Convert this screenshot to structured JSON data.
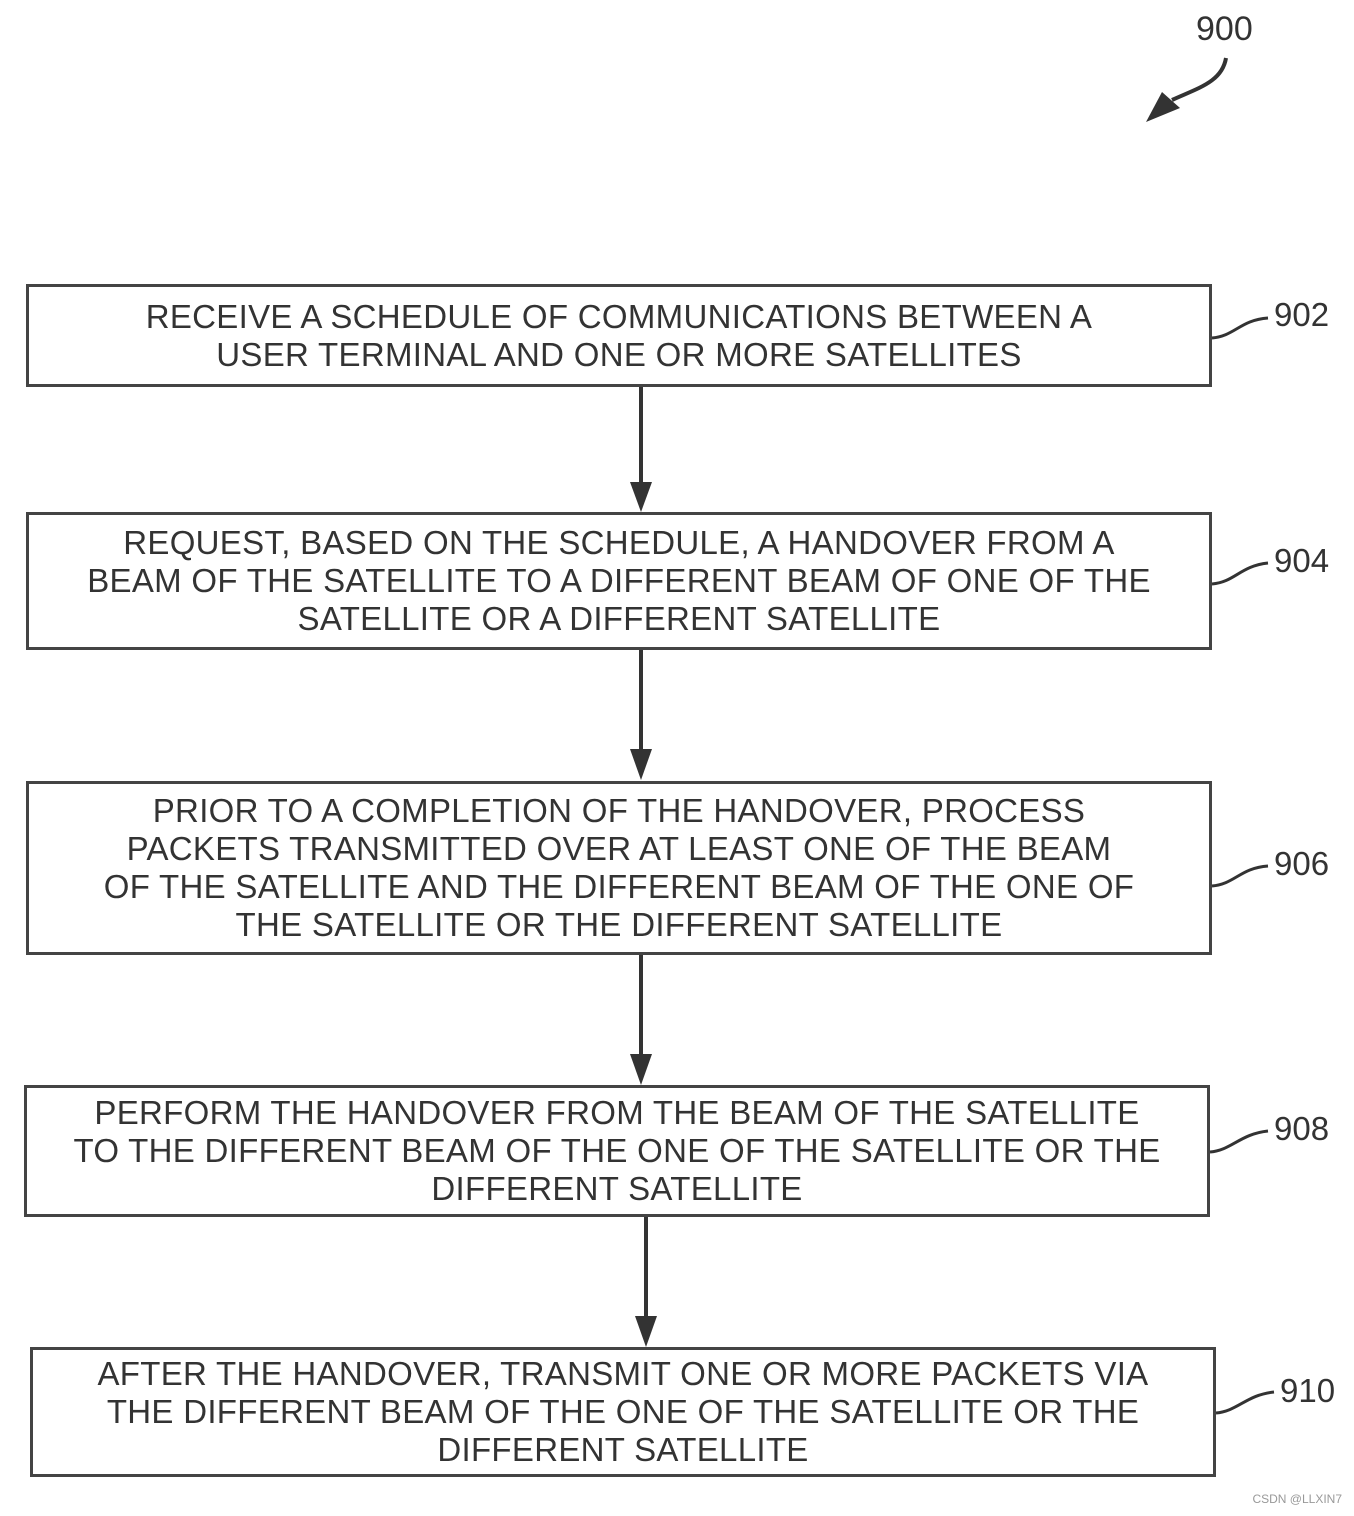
{
  "figure": {
    "ref": "900"
  },
  "steps": [
    {
      "ref": "902",
      "text": "RECEIVE A SCHEDULE OF COMMUNICATIONS BETWEEN A\nUSER TERMINAL AND ONE OR MORE SATELLITES"
    },
    {
      "ref": "904",
      "text": "REQUEST, BASED ON THE SCHEDULE, A HANDOVER FROM A\nBEAM OF THE SATELLITE TO A DIFFERENT BEAM OF ONE OF THE\nSATELLITE OR A DIFFERENT SATELLITE"
    },
    {
      "ref": "906",
      "text": "PRIOR TO A COMPLETION OF THE HANDOVER, PROCESS\nPACKETS TRANSMITTED OVER AT LEAST ONE OF THE BEAM\nOF THE SATELLITE AND THE DIFFERENT BEAM OF THE ONE OF\nTHE SATELLITE OR THE DIFFERENT SATELLITE"
    },
    {
      "ref": "908",
      "text": "PERFORM THE HANDOVER FROM THE BEAM OF THE SATELLITE\nTO THE DIFFERENT BEAM OF THE ONE OF THE SATELLITE OR THE\nDIFFERENT SATELLITE"
    },
    {
      "ref": "910",
      "text": "AFTER THE HANDOVER, TRANSMIT ONE OR MORE PACKETS VIA\nTHE DIFFERENT BEAM OF THE ONE OF THE SATELLITE OR THE\nDIFFERENT SATELLITE"
    }
  ],
  "watermark": "CSDN @LLXIN7"
}
